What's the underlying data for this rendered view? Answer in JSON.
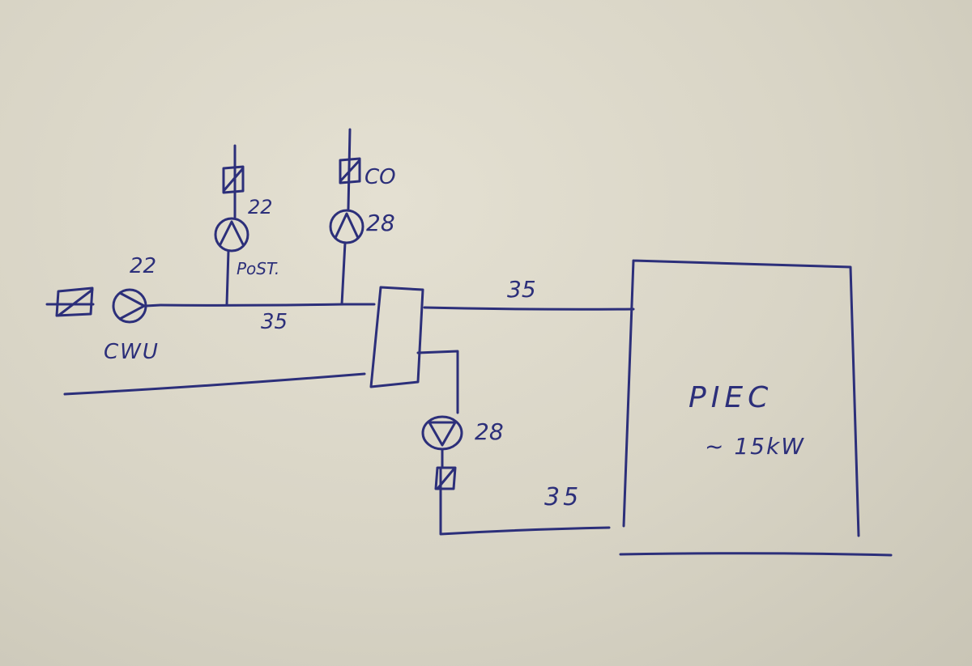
{
  "labels": {
    "cwu": "CWU",
    "cwu_pump_size": "22",
    "post_label": "PoST.",
    "post_pump_size": "22",
    "co_label": "CO",
    "co_pump_size": "28",
    "pipe_supply_left": "35",
    "pipe_supply_right": "35",
    "return_pump_size": "28",
    "pipe_return": "35",
    "boiler_name": "PIEC",
    "boiler_power": "~ 15kW"
  },
  "icons": [
    "valve-icon",
    "pump-icon"
  ],
  "colors": {
    "paper": "#d9d5c7",
    "ink": "#2c2f7a"
  }
}
